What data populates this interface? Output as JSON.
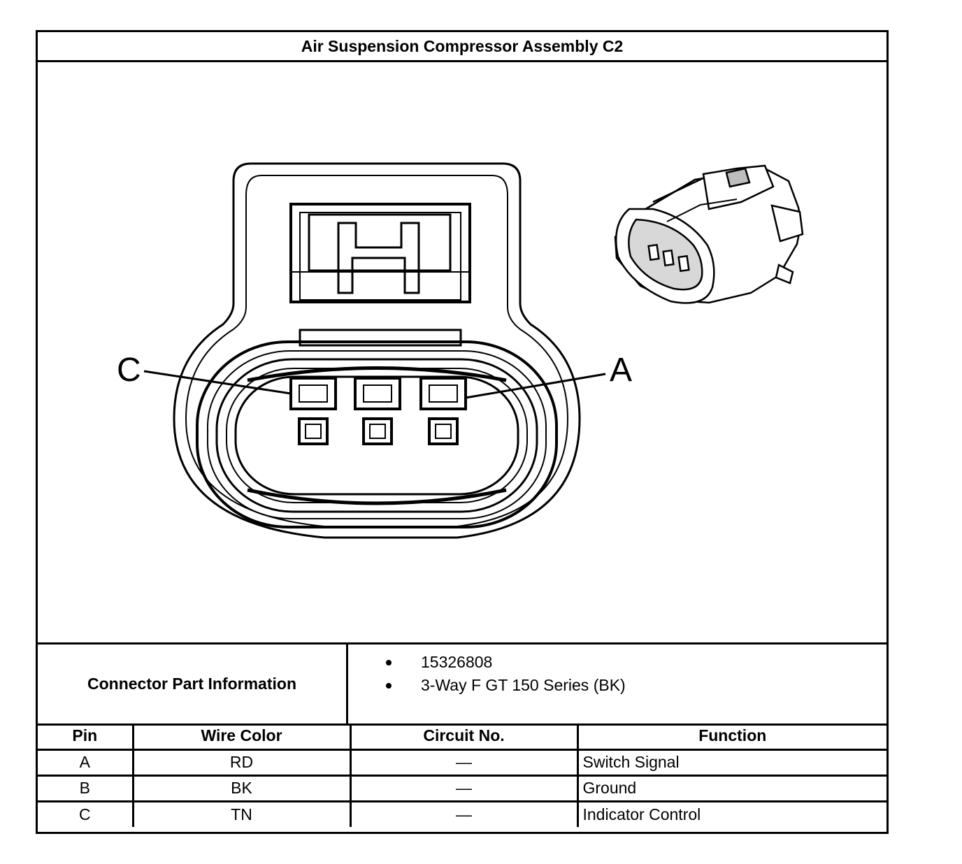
{
  "title": "Air Suspension Compressor Assembly C2",
  "diagram": {
    "callouts": {
      "left": "C",
      "right": "A"
    },
    "colors": {
      "line": "#000000",
      "body": "#ffffff",
      "shade": "#9a9a9a"
    }
  },
  "connector_info": {
    "label": "Connector Part Information",
    "items": [
      "15326808",
      "3-Way F GT 150 Series (BK)"
    ]
  },
  "pin_table": {
    "headers": {
      "pin": "Pin",
      "wire_color": "Wire Color",
      "circuit": "Circuit No.",
      "function": "Function"
    },
    "rows": [
      {
        "pin": "A",
        "wire_color": "RD",
        "circuit": "—",
        "function": "Switch Signal"
      },
      {
        "pin": "B",
        "wire_color": "BK",
        "circuit": "—",
        "function": "Ground"
      },
      {
        "pin": "C",
        "wire_color": "TN",
        "circuit": "—",
        "function": "Indicator Control"
      }
    ]
  }
}
